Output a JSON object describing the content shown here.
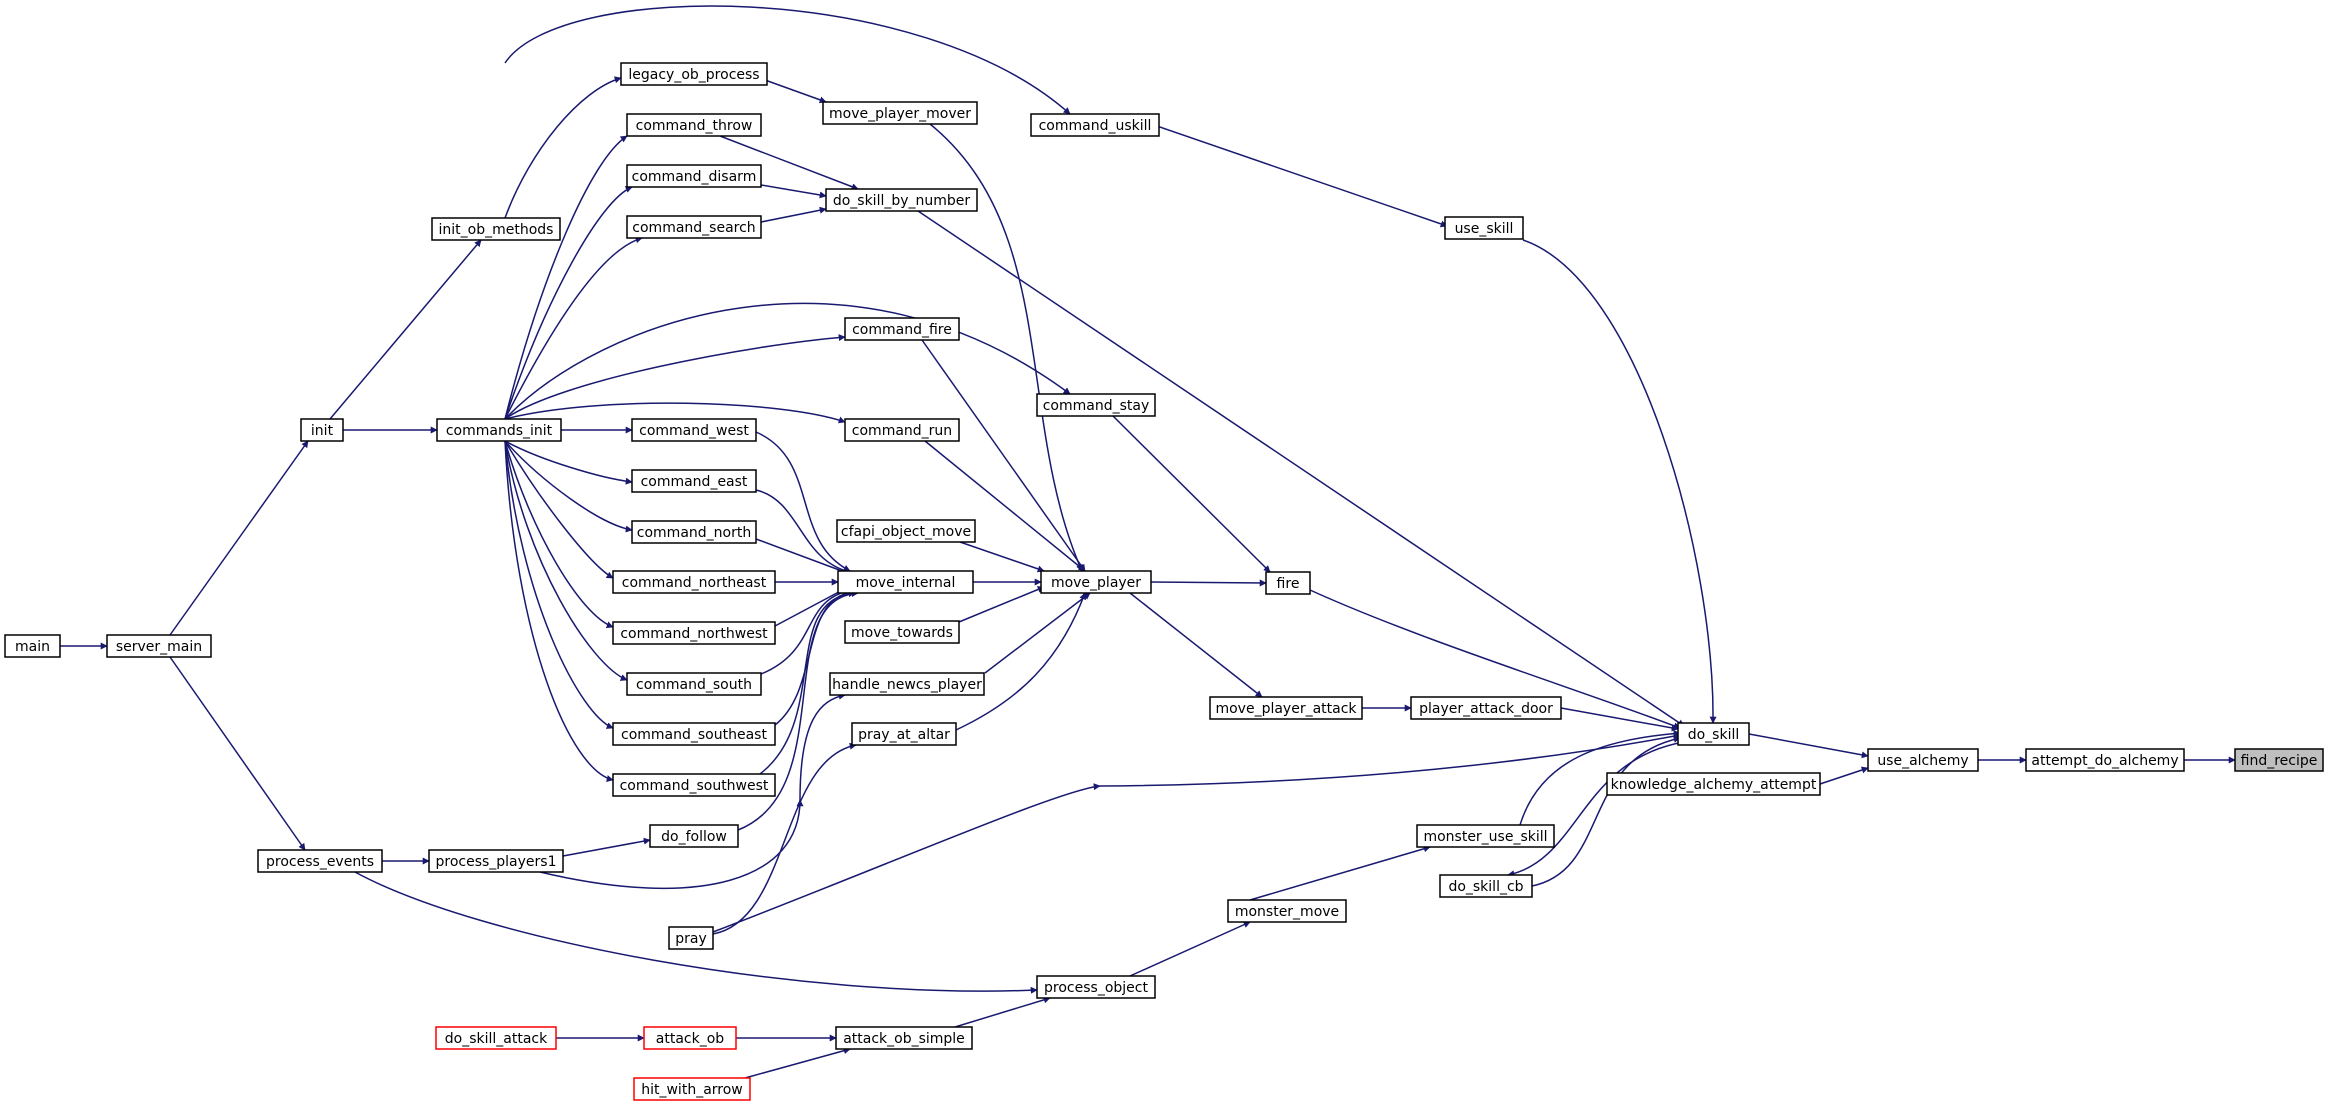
{
  "diagram": {
    "colors": {
      "edge": "#191970",
      "node_border": "#000000",
      "node_border_incomplete": "#ff0000",
      "node_fill": "#ffffff",
      "root_fill": "#bfbfbf"
    },
    "nodes": [
      {
        "id": "find_recipe",
        "label": "find_recipe",
        "root": true
      },
      {
        "id": "attempt_do_alchemy",
        "label": "attempt_do_alchemy"
      },
      {
        "id": "use_alchemy",
        "label": "use_alchemy"
      },
      {
        "id": "do_skill",
        "label": "do_skill"
      },
      {
        "id": "knowledge_alchemy_attempt",
        "label": "knowledge_alchemy_attempt"
      },
      {
        "id": "use_skill",
        "label": "use_skill"
      },
      {
        "id": "command_uskill",
        "label": "command_uskill"
      },
      {
        "id": "fire",
        "label": "fire"
      },
      {
        "id": "command_stay",
        "label": "command_stay"
      },
      {
        "id": "player_attack_door",
        "label": "player_attack_door"
      },
      {
        "id": "move_player_attack",
        "label": "move_player_attack"
      },
      {
        "id": "monster_use_skill",
        "label": "monster_use_skill"
      },
      {
        "id": "do_skill_cb",
        "label": "do_skill_cb"
      },
      {
        "id": "monster_move",
        "label": "monster_move"
      },
      {
        "id": "process_object",
        "label": "process_object"
      },
      {
        "id": "attack_ob_simple",
        "label": "attack_ob_simple"
      },
      {
        "id": "attack_ob",
        "label": "attack_ob",
        "incomplete": true
      },
      {
        "id": "do_skill_attack",
        "label": "do_skill_attack",
        "incomplete": true
      },
      {
        "id": "hit_with_arrow",
        "label": "hit_with_arrow",
        "incomplete": true
      },
      {
        "id": "move_player",
        "label": "move_player"
      },
      {
        "id": "move_player_mover",
        "label": "move_player_mover"
      },
      {
        "id": "legacy_ob_process",
        "label": "legacy_ob_process"
      },
      {
        "id": "do_skill_by_number",
        "label": "do_skill_by_number"
      },
      {
        "id": "command_throw",
        "label": "command_throw"
      },
      {
        "id": "command_disarm",
        "label": "command_disarm"
      },
      {
        "id": "command_search",
        "label": "command_search"
      },
      {
        "id": "command_fire",
        "label": "command_fire"
      },
      {
        "id": "command_run",
        "label": "command_run"
      },
      {
        "id": "cfapi_object_move",
        "label": "cfapi_object_move"
      },
      {
        "id": "move_internal",
        "label": "move_internal"
      },
      {
        "id": "move_towards",
        "label": "move_towards"
      },
      {
        "id": "handle_newcs_player",
        "label": "handle_newcs_player"
      },
      {
        "id": "pray_at_altar",
        "label": "pray_at_altar"
      },
      {
        "id": "pray",
        "label": "pray"
      },
      {
        "id": "command_west",
        "label": "command_west"
      },
      {
        "id": "command_east",
        "label": "command_east"
      },
      {
        "id": "command_north",
        "label": "command_north"
      },
      {
        "id": "command_northeast",
        "label": "command_northeast"
      },
      {
        "id": "command_northwest",
        "label": "command_northwest"
      },
      {
        "id": "command_south",
        "label": "command_south"
      },
      {
        "id": "command_southeast",
        "label": "command_southeast"
      },
      {
        "id": "command_southwest",
        "label": "command_southwest"
      },
      {
        "id": "do_follow",
        "label": "do_follow"
      },
      {
        "id": "process_players1",
        "label": "process_players1"
      },
      {
        "id": "process_events",
        "label": "process_events"
      },
      {
        "id": "commands_init",
        "label": "commands_init"
      },
      {
        "id": "init_ob_methods",
        "label": "init_ob_methods"
      },
      {
        "id": "init",
        "label": "init"
      },
      {
        "id": "server_main",
        "label": "server_main"
      },
      {
        "id": "main",
        "label": "main"
      }
    ]
  }
}
